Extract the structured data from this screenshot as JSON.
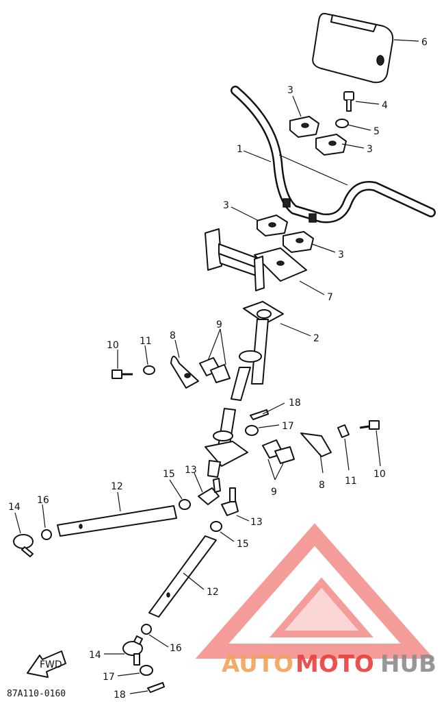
{
  "diagram": {
    "drawing_code": "87A110-0160",
    "fwd_label": "FWD",
    "callouts": {
      "c1": "1",
      "c2": "2",
      "c3a": "3",
      "c3b": "3",
      "c3c": "3",
      "c3d": "3",
      "c4": "4",
      "c5": "5",
      "c6": "6",
      "c7": "7",
      "c8a": "8",
      "c8b": "8",
      "c9a": "9",
      "c9b": "9",
      "c10a": "10",
      "c10b": "10",
      "c11a": "11",
      "c11b": "11",
      "c12a": "12",
      "c12b": "12",
      "c13a": "13",
      "c13b": "13",
      "c14a": "14",
      "c14b": "14",
      "c15a": "15",
      "c15b": "15",
      "c16a": "16",
      "c16b": "16",
      "c17a": "17",
      "c17b": "17",
      "c18a": "18",
      "c18b": "18"
    }
  },
  "watermark": {
    "part1": "AUTO",
    "part2": "MOTO",
    "part3": "HUB",
    "colors": {
      "red": "#e8403c",
      "orange": "#f2a25a",
      "gray": "#8c8c8c"
    }
  }
}
